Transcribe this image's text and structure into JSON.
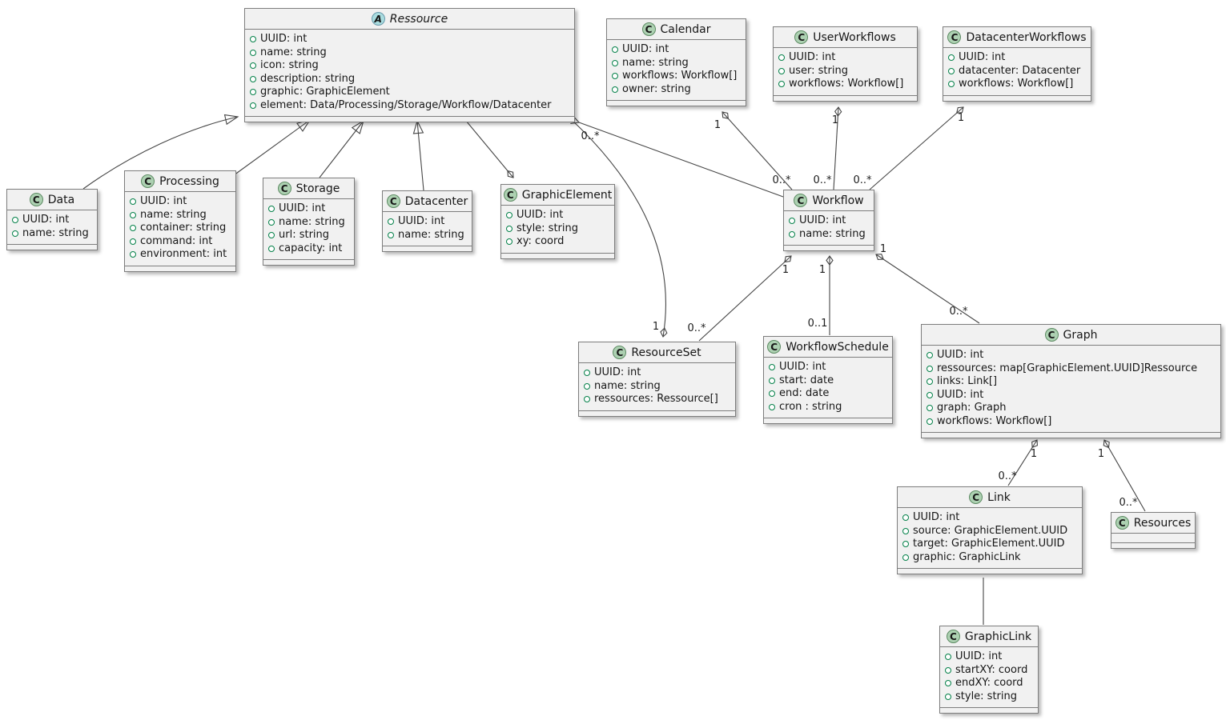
{
  "diagram": {
    "kind": "uml-class-diagram"
  },
  "colors": {
    "class_background": "#f1f1f1",
    "class_border": "#7d7d7d",
    "class_badge_fill": "#ADD1B2",
    "abstract_badge_fill": "#A9DCDF",
    "field_icon_green": "#038048",
    "line_color": "#454545"
  },
  "classes": {
    "ressource": {
      "badge": "A",
      "name": "Ressource",
      "attrs": [
        "UUID: int",
        "name: string",
        "icon: string",
        "description: string",
        "graphic: GraphicElement",
        "element: Data/Processing/Storage/Workflow/Datacenter"
      ]
    },
    "calendar": {
      "badge": "C",
      "name": "Calendar",
      "attrs": [
        "UUID: int",
        "name: string",
        "workflows: Workflow[]",
        "owner: string"
      ]
    },
    "userworkflows": {
      "badge": "C",
      "name": "UserWorkflows",
      "attrs": [
        "UUID: int",
        "user: string",
        "workflows: Workflow[]"
      ]
    },
    "datacenterworkflows": {
      "badge": "C",
      "name": "DatacenterWorkflows",
      "attrs": [
        "UUID: int",
        "datacenter: Datacenter",
        "workflows: Workflow[]"
      ]
    },
    "data": {
      "badge": "C",
      "name": "Data",
      "attrs": [
        "UUID: int",
        "name: string"
      ]
    },
    "processing": {
      "badge": "C",
      "name": "Processing",
      "attrs": [
        "UUID: int",
        "name: string",
        "container: string",
        "command: int",
        "environment: int"
      ]
    },
    "storage": {
      "badge": "C",
      "name": "Storage",
      "attrs": [
        "UUID: int",
        "name: string",
        "url: string",
        "capacity: int"
      ]
    },
    "datacenter": {
      "badge": "C",
      "name": "Datacenter",
      "attrs": [
        "UUID: int",
        "name: string"
      ]
    },
    "graphicelement": {
      "badge": "C",
      "name": "GraphicElement",
      "attrs": [
        "UUID: int",
        "style: string",
        "xy: coord"
      ]
    },
    "workflow": {
      "badge": "C",
      "name": "Workflow",
      "attrs": [
        "UUID: int",
        "name: string"
      ]
    },
    "resourceset": {
      "badge": "C",
      "name": "ResourceSet",
      "attrs": [
        "UUID: int",
        "name: string",
        "ressources: Ressource[]"
      ]
    },
    "workflowschedule": {
      "badge": "C",
      "name": "WorkflowSchedule",
      "attrs": [
        "UUID: int",
        "start: date",
        "end: date",
        "cron : string"
      ]
    },
    "graph": {
      "badge": "C",
      "name": "Graph",
      "attrs": [
        "UUID: int",
        "ressources: map[GraphicElement.UUID]Ressource",
        "links: Link[]",
        "UUID: int",
        "graph: Graph",
        "workflows: Workflow[]"
      ]
    },
    "link": {
      "badge": "C",
      "name": "Link",
      "attrs": [
        "UUID: int",
        "source: GraphicElement.UUID",
        "target: GraphicElement.UUID",
        "graphic: GraphicLink"
      ]
    },
    "resources": {
      "badge": "C",
      "name": "Resources",
      "attrs": []
    },
    "graphiclink": {
      "badge": "C",
      "name": "GraphicLink",
      "attrs": [
        "UUID: int",
        "startXY: coord",
        "endXY: coord",
        "style: string"
      ]
    }
  },
  "rel_labels": [
    "0..*",
    "1",
    "0..*",
    "1",
    "0..*",
    "1",
    "0..*",
    "1",
    "0..*",
    "1",
    "1",
    "0..1",
    "1",
    "0..*",
    "1",
    "0..*",
    "1",
    "0..*"
  ],
  "relations": [
    {
      "from": "Data",
      "to": "Ressource",
      "kind": "inheritance"
    },
    {
      "from": "Processing",
      "to": "Ressource",
      "kind": "inheritance"
    },
    {
      "from": "Storage",
      "to": "Ressource",
      "kind": "inheritance"
    },
    {
      "from": "Datacenter",
      "to": "Ressource",
      "kind": "inheritance"
    },
    {
      "from": "Ressource",
      "to": "GraphicElement",
      "kind": "aggregation-at-graphicelement"
    },
    {
      "from": "Workflow",
      "to": "Ressource",
      "kind": "association-arrow",
      "target_label": "0..*"
    },
    {
      "from": "ResourceSet",
      "to": "Ressource",
      "kind": "aggregation",
      "owner_label": "1"
    },
    {
      "from": "Calendar",
      "to": "Workflow",
      "kind": "aggregation",
      "owner_label": "1",
      "target_label": "0..*"
    },
    {
      "from": "UserWorkflows",
      "to": "Workflow",
      "kind": "aggregation",
      "owner_label": "1",
      "target_label": "0..*"
    },
    {
      "from": "DatacenterWorkflows",
      "to": "Workflow",
      "kind": "aggregation",
      "owner_label": "1",
      "target_label": "0..*"
    },
    {
      "from": "Workflow",
      "to": "ResourceSet",
      "kind": "aggregation",
      "owner_label": "1",
      "target_label": "0..*"
    },
    {
      "from": "Workflow",
      "to": "WorkflowSchedule",
      "kind": "aggregation",
      "owner_label": "1",
      "target_label": "0..1"
    },
    {
      "from": "Workflow",
      "to": "Graph",
      "kind": "aggregation",
      "owner_label": "1",
      "target_label": "0..*"
    },
    {
      "from": "Graph",
      "to": "Link",
      "kind": "aggregation",
      "owner_label": "1",
      "target_label": "0..*"
    },
    {
      "from": "Graph",
      "to": "Resources",
      "kind": "aggregation",
      "owner_label": "1",
      "target_label": "0..*"
    },
    {
      "from": "Link",
      "to": "GraphicLink",
      "kind": "association"
    }
  ]
}
